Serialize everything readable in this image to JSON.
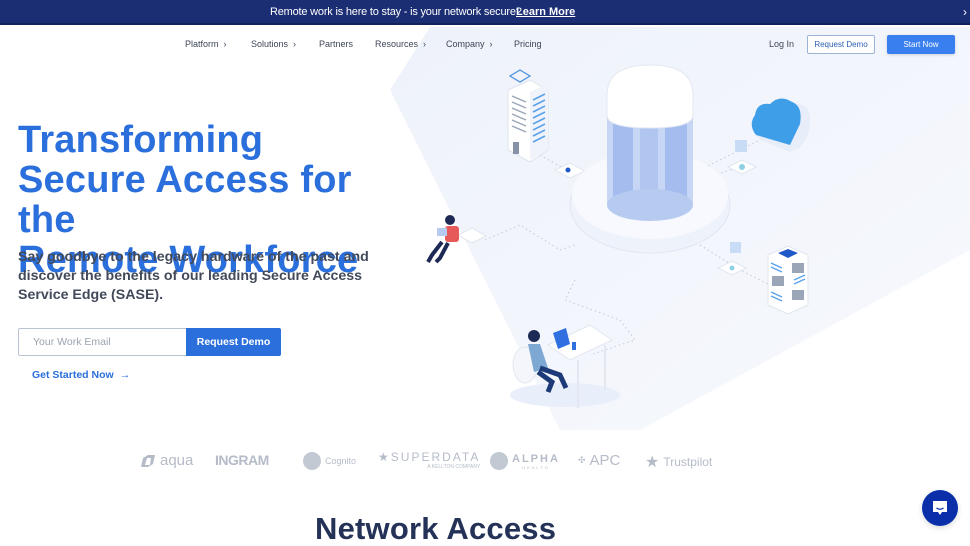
{
  "banner": {
    "text": "Remote work is here to stay - is your network secure?",
    "link": "Learn More",
    "close_icon": "close-icon"
  },
  "nav": {
    "items": [
      {
        "label": "Platform",
        "has_chevron": true
      },
      {
        "label": "Solutions",
        "has_chevron": true
      },
      {
        "label": "Partners",
        "has_chevron": false
      },
      {
        "label": "Resources",
        "has_chevron": true
      },
      {
        "label": "Company",
        "has_chevron": true
      },
      {
        "label": "Pricing",
        "has_chevron": false
      }
    ],
    "chevron": "›",
    "login": "Log In",
    "request_demo": "Request Demo",
    "start_now": "Start Now"
  },
  "hero": {
    "title_line1": "Transforming",
    "title_line2": "Secure Access for the",
    "title_line3": "Remote Workforce",
    "subtitle": "Say goodbye to the legacy hardware of the past and discover the benefits of our leading Secure Access Service Edge (SASE).",
    "email_placeholder": "Your Work Email",
    "email_value": "",
    "cta_button": "Request Demo",
    "get_started": "Get Started Now",
    "arrow": "→"
  },
  "logos": [
    {
      "name": "aqua"
    },
    {
      "name": "INGRAM"
    },
    {
      "name": "Cognito"
    },
    {
      "name": "SUPERDATA",
      "tagline": "A KELLTON COMPANY"
    },
    {
      "name": "ALPHA",
      "tagline": "HEALTH"
    },
    {
      "name": "APC"
    },
    {
      "name": "Trustpilot"
    }
  ],
  "section": {
    "title": "Network Access"
  },
  "colors": {
    "banner_bg": "#1b2d73",
    "accent": "#2a6fdb",
    "start_now_bg": "#3a7ff0",
    "heading_dark": "#253257",
    "chat_bg": "#0a2fa8"
  }
}
